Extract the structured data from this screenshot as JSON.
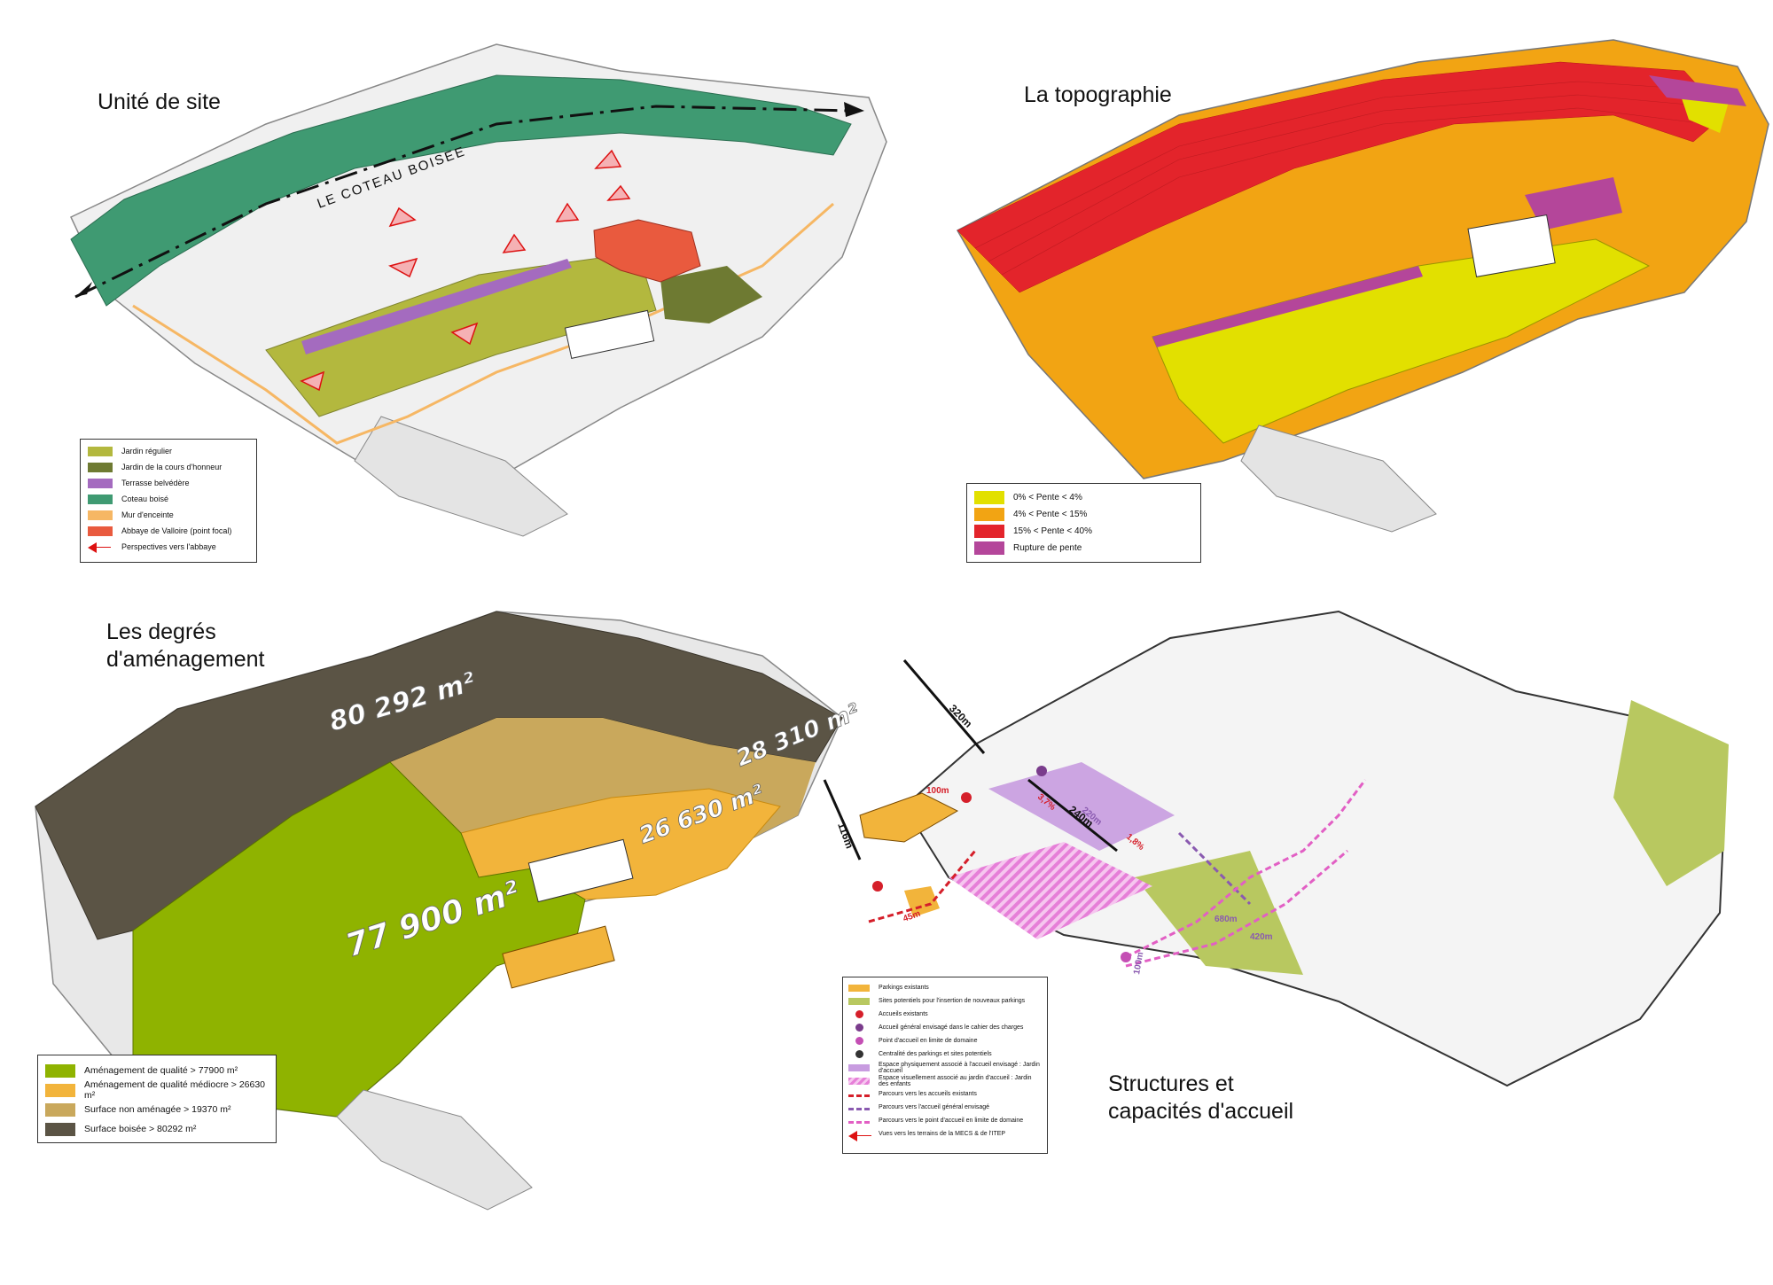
{
  "panels": {
    "site_unit": {
      "title": "Unité de site",
      "map_label": "LE COTEAU BOISEE",
      "legend": [
        {
          "label": "Jardin régulier",
          "color": "#b3b83e"
        },
        {
          "label": "Jardin de la cours d'honneur",
          "color": "#6e7a32"
        },
        {
          "label": "Terrasse belvédère",
          "color": "#a46bbf"
        },
        {
          "label": "Coteau boisé",
          "color": "#3f9a72"
        },
        {
          "label": "Mur d'enceinte",
          "color": "#f6b764"
        },
        {
          "label": "Abbaye de Valloire (point focal)",
          "color": "#e95a3e"
        },
        {
          "label": "Perspectives vers l'abbaye",
          "icon": "red-arrow-icon"
        }
      ]
    },
    "topography": {
      "title": "La topographie",
      "legend": [
        {
          "label": "0% < Pente < 4%",
          "color": "#e2e000"
        },
        {
          "label": "4% < Pente < 15%",
          "color": "#f2a413"
        },
        {
          "label": "15% < Pente < 40%",
          "color": "#e3242b"
        },
        {
          "label": "Rupture de pente",
          "color": "#b4469a"
        }
      ]
    },
    "development": {
      "title": "Les degrés\nd'aménagement",
      "map_labels": [
        "80 292 m²",
        "28 310 m²",
        "26 630 m²",
        "77 900 m²"
      ],
      "legend": [
        {
          "label": "Aménagement de qualité  >  77900 m²",
          "color": "#8fb300"
        },
        {
          "label": "Aménagement de qualité médiocre  >  26630 m²",
          "color": "#f2b43b"
        },
        {
          "label": "Surface non aménagée  > 19370 m²",
          "color": "#c9a85c"
        },
        {
          "label": "Surface boisée  > 80292 m²",
          "color": "#5b5445"
        }
      ]
    },
    "reception": {
      "title": "Structures et\ncapacités d'accueil",
      "map_labels": [
        "320m",
        "116m",
        "240m",
        "100m",
        "45m",
        "220m",
        "3,7%",
        "1,8%",
        "680m",
        "420m",
        "100m"
      ],
      "legend": [
        {
          "label": "Parkings existants",
          "color": "#f2b43b",
          "kind": "box"
        },
        {
          "label": "Sites potentiels pour l'insertion de nouveaux parkings",
          "color": "#b8c860",
          "kind": "box"
        },
        {
          "label": "Accueils existants",
          "color": "#d51f2a",
          "kind": "dot"
        },
        {
          "label": "Accueil général envisagé dans le cahier des charges",
          "color": "#7a3c8c",
          "kind": "dot"
        },
        {
          "label": "Point d'accueil en limite de domaine",
          "color": "#c44fb4",
          "kind": "dot"
        },
        {
          "label": "Centralité des parkings et sites potentiels",
          "color": "#333333",
          "kind": "dot"
        },
        {
          "label": "Espace physiquement associé à l'accueil envisagé : Jardin d'accueil",
          "color": "#c89ce0",
          "kind": "box"
        },
        {
          "label": "Espace visuellement associé au jardin d'accueil : Jardin des enfants",
          "color": "#e67fd8",
          "kind": "hatch"
        },
        {
          "label": "Parcours vers les accueils existants",
          "color": "#d51f2a",
          "kind": "dash"
        },
        {
          "label": "Parcours vers l'accueil général envisagé",
          "color": "#8a5ab0",
          "kind": "dash"
        },
        {
          "label": "Parcours vers le point d'accueil en limite de domaine",
          "color": "#e25fc4",
          "kind": "dash"
        },
        {
          "label": "Vues vers les terrains de la MECS & de l'ITEP",
          "color": "#d11111",
          "kind": "arrow"
        }
      ]
    }
  }
}
